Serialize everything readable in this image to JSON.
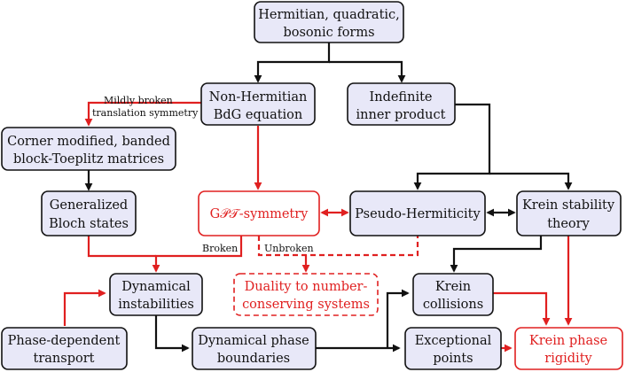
{
  "colors": {
    "black": "#111111",
    "red": "#e02020",
    "node_fill": "#e8e8f8"
  },
  "nodes": {
    "hermitian": {
      "lines": [
        "Hermitian, quadratic,",
        "bosonic forms"
      ]
    },
    "nonherm": {
      "lines": [
        "Non-Hermitian",
        "BdG equation"
      ]
    },
    "indefinite": {
      "lines": [
        "Indefinite",
        "inner product"
      ]
    },
    "corner": {
      "lines": [
        "Corner modified, banded",
        "block-Toeplitz matrices"
      ]
    },
    "bloch": {
      "lines": [
        "Generalized",
        "Bloch states"
      ]
    },
    "gpt": {
      "lines": [
        "G𝒫𝒯-symmetry"
      ]
    },
    "pseudo": {
      "lines": [
        "Pseudo-Hermiticity"
      ]
    },
    "krein_theory": {
      "lines": [
        "Krein stability",
        "theory"
      ]
    },
    "dyn_inst": {
      "lines": [
        "Dynamical",
        "instabilities"
      ]
    },
    "duality": {
      "lines": [
        "Duality to number-",
        "conserving systems"
      ]
    },
    "krein_coll": {
      "lines": [
        "Krein",
        "collisions"
      ]
    },
    "phase_dep": {
      "lines": [
        "Phase-dependent",
        "transport"
      ]
    },
    "dyn_phase": {
      "lines": [
        "Dynamical phase",
        "boundaries"
      ]
    },
    "exceptional": {
      "lines": [
        "Exceptional",
        "points"
      ]
    },
    "krein_rigid": {
      "lines": [
        "Krein phase",
        "rigidity"
      ]
    }
  },
  "edge_labels": {
    "mildly_broken": [
      "Mildly broken",
      "translation symmetry"
    ],
    "broken": "Broken",
    "unbroken": "Unbroken"
  }
}
